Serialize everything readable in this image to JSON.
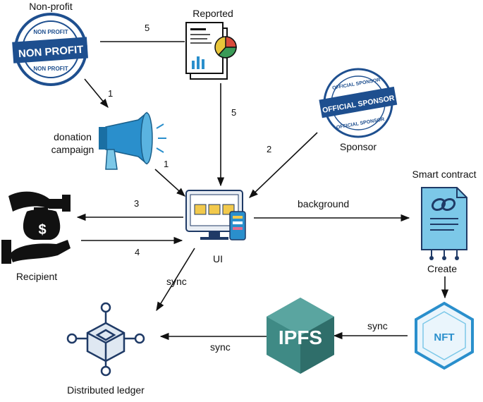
{
  "nodes": {
    "nonprofit": {
      "label": "Non-profit",
      "stamp_main": "NON PROFIT",
      "stamp_top": "NON PROFIT",
      "stamp_bottom": "NON PROFIT"
    },
    "reported": {
      "label": "Reported"
    },
    "sponsor": {
      "label": "Sponsor",
      "stamp_main": "OFFICIAL SPONSOR",
      "stamp_top": "OFFICIAL SPONSOR",
      "stamp_bottom": "OFFICIAL SPONSOR"
    },
    "donation_campaign": {
      "label_line1": "donation",
      "label_line2": "campaign"
    },
    "recipient": {
      "label": "Recipient",
      "symbol": "$"
    },
    "ui": {
      "label": "UI"
    },
    "smart_contract": {
      "label": "Smart contract"
    },
    "nft": {
      "label": "NFT"
    },
    "ipfs": {
      "label": "IPFS"
    },
    "distributed_ledger": {
      "label": "Distributed ledger"
    }
  },
  "edges": {
    "nonprofit_to_reported": "5",
    "nonprofit_to_campaign": "1",
    "reported_to_ui": "5",
    "sponsor_to_ui": "2",
    "campaign_to_ui": "1",
    "ui_to_recipient": "3",
    "recipient_to_ui": "4",
    "ui_to_smart_contract": "background",
    "smart_contract_to_nft": "Create",
    "nft_to_ipfs": "sync",
    "ipfs_to_ledger": "sync",
    "ui_to_ledger": "sync"
  },
  "colors": {
    "stamp_blue": "#1e4f8f",
    "icon_blue": "#2a8fcc",
    "contract_blue": "#7cc8e8",
    "ipfs_teal": "#3f8a85",
    "ledger_navy": "#1f3a66",
    "line": "#111111"
  }
}
